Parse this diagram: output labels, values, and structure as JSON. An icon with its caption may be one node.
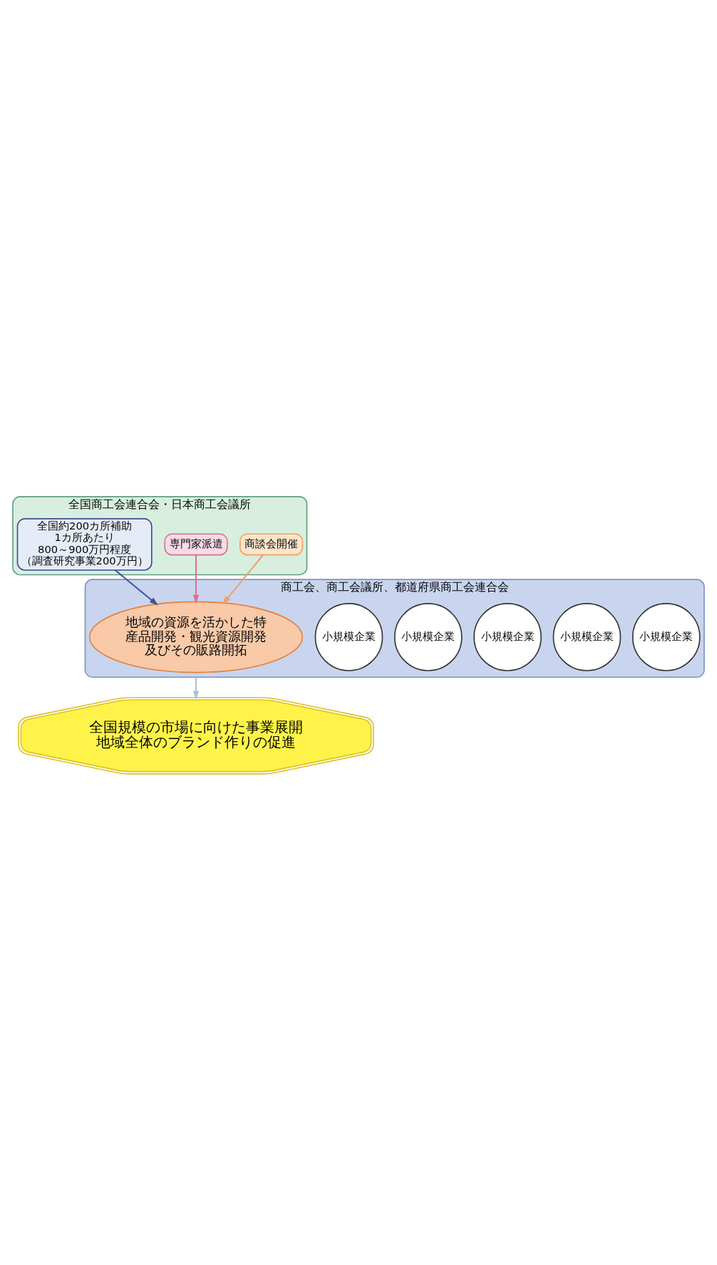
{
  "diagram": {
    "nodes": [
      {
        "text": [
          "商工会、商工会議所、都道府県商工会連合会"
        ]
      },
      {
        "text": [
          "小規模企業"
        ],
        "in": 0
      },
      {
        "text": [
          "小規模企業"
        ],
        "in": 0
      },
      {
        "text": [
          "小規模企業"
        ],
        "in": 0
      },
      {
        "text": [
          "小規模企業"
        ],
        "in": 0
      },
      {
        "text": [
          "小規模企業"
        ],
        "in": 0
      },
      {
        "text": [
          "地域の資源を活かした特産品開発・観光資源開発及びその販路開拓"
        ],
        "in": 0
      },
      {
        "text": [
          "全国規模の市場に向けた事業展開",
          "地域全体のブランド作りの促進"
        ]
      },
      {
        "text": [
          "全国商工会連合会・日本商工会議所"
        ]
      },
      {
        "text": [
          "商談会開催"
        ],
        "in": 8
      },
      {
        "text": [
          "専門家派遣"
        ],
        "in": 8
      },
      {
        "text": [
          "全国約200カ所補助",
          "1カ所あたり",
          "800～900万円程度",
          "（調査研究事業200万円）"
        ],
        "in": 8
      }
    ],
    "edges": [
      {
        "from": 9,
        "to": 6,
        "arrow": "to",
        "color": "#f0a070"
      },
      {
        "from": 10,
        "to": 6,
        "arrow": "to",
        "color": "#e07090"
      },
      {
        "from": 11,
        "to": 6,
        "arrow": "to",
        "color": "#4050a0"
      },
      {
        "from": 0,
        "to": 7,
        "arrow": "to",
        "color": "#a8c0e0"
      }
    ]
  }
}
